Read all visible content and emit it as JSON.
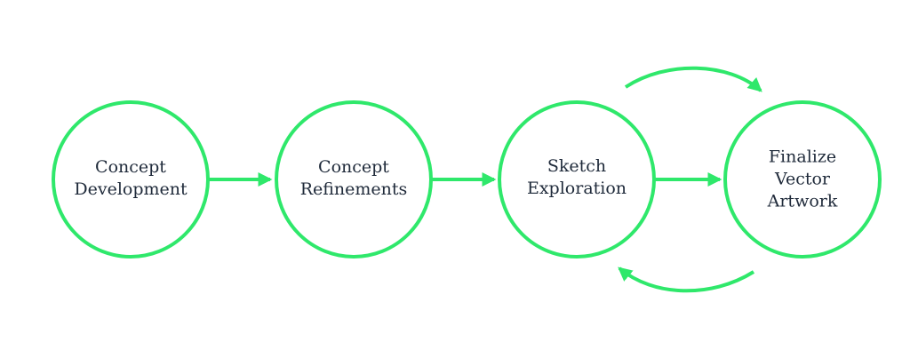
{
  "diagram": {
    "colors": {
      "accent": "#2fe86b",
      "text": "#1f2a3a",
      "background": "#ffffff"
    },
    "steps": [
      {
        "lines": [
          "Concept",
          "Development"
        ]
      },
      {
        "lines": [
          "Concept",
          "Refinements"
        ]
      },
      {
        "lines": [
          "Sketch",
          "Exploration"
        ]
      },
      {
        "lines": [
          "Finalize",
          "Vector",
          "Artwork"
        ]
      }
    ],
    "connectors": [
      {
        "from": 0,
        "to": 1,
        "kind": "straight-arrow"
      },
      {
        "from": 1,
        "to": 2,
        "kind": "straight-arrow"
      },
      {
        "from": 2,
        "to": 3,
        "kind": "straight-arrow"
      },
      {
        "from": 2,
        "to": 3,
        "kind": "curved-arrow-over"
      },
      {
        "from": 3,
        "to": 2,
        "kind": "curved-arrow-under"
      }
    ]
  }
}
